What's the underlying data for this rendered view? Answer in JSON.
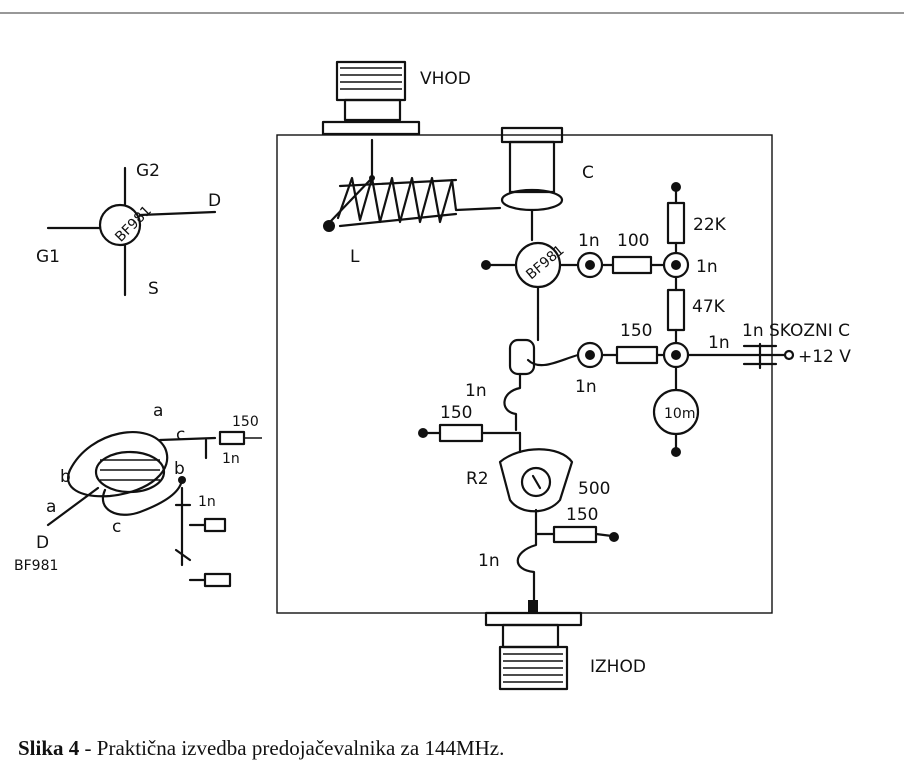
{
  "labels": {
    "vhod": "VHOD",
    "izhod": "IZHOD",
    "L": "L",
    "C": "C",
    "transistor_main": "BF981",
    "transistor_pin": "BF981",
    "pin_g2": "G2",
    "pin_g1": "G1",
    "pin_d": "D",
    "pin_s": "S",
    "cap_1n_a": "1n",
    "res_100": "100",
    "cap_1n_b": "1n",
    "res_22k": "22K",
    "res_47k": "47K",
    "res_150_a": "150",
    "cap_1n_c": "1n",
    "cap_1n_d": "1n",
    "feedthrough": "1n SKOZNI C",
    "supply": "+12 V",
    "choke": "10m",
    "cap_1n_e": "1n",
    "res_150_b": "150",
    "r2": "R2",
    "pot_500": "500",
    "res_150_c": "150",
    "cap_1n_f": "1n",
    "detail_a1": "a",
    "detail_c1": "c",
    "detail_150": "150",
    "detail_1n_a": "1n",
    "detail_b1": "b",
    "detail_b2": "b",
    "detail_1n_b": "1n",
    "detail_a2": "a",
    "detail_c2": "c",
    "detail_d": "D",
    "detail_bf981": "BF981"
  },
  "caption": {
    "bold": "Slika 4",
    "text": " - Praktična izvedba predojačevalnika za 144MHz."
  }
}
